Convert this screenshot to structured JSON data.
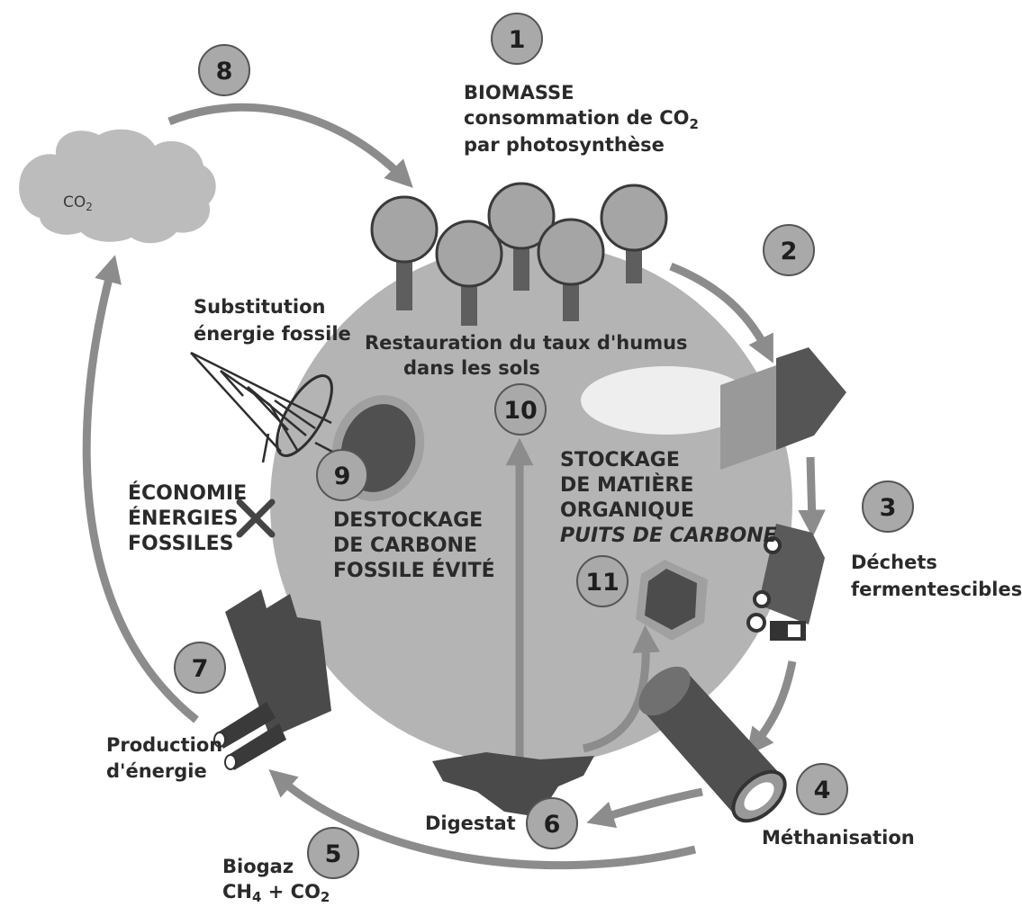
{
  "badges": [
    "1",
    "2",
    "3",
    "4",
    "5",
    "6",
    "7",
    "8",
    "9",
    "10",
    "11"
  ],
  "labels": {
    "biomasse_title": "BIOMASSE",
    "biomasse_line2_pre": "consommation de CO",
    "biomasse_line2_sub": "2",
    "biomasse_line3": "par photosynthèse",
    "co2_cloud_pre": "CO",
    "co2_cloud_sub": "2",
    "substitution_1": "Substitution",
    "substitution_2": "énergie fossile",
    "restauration_1": "Restauration du taux d'humus",
    "restauration_2": "dans les sols",
    "economie_1": "ÉCONOMIE",
    "economie_2": "ÉNERGIES",
    "economie_3": "FOSSILES",
    "destockage_1": "DESTOCKAGE",
    "destockage_2": "DE CARBONE",
    "destockage_3": "FOSSILE ÉVITÉ",
    "stockage_1": "STOCKAGE",
    "stockage_2": "DE MATIÈRE",
    "stockage_3": "ORGANIQUE",
    "stockage_4": "PUITS DE CARBONE",
    "dechets_1": "Déchets",
    "dechets_2": "fermentescibles",
    "production_1": "Production",
    "production_2": "d'énergie",
    "digestat": "Digestat",
    "methanisation": "Méthanisation",
    "biogaz_1": "Biogaz",
    "biogaz_2_a": "CH",
    "biogaz_2_a_sub": "4",
    "biogaz_2_b": " + CO",
    "biogaz_2_b_sub": "2"
  },
  "colors": {
    "globe": "#b4b4b4",
    "arrow": "#8c8c8c",
    "dark_shape": "#595959",
    "badge": "#a9a9a9",
    "text": "#2a2a2a"
  }
}
